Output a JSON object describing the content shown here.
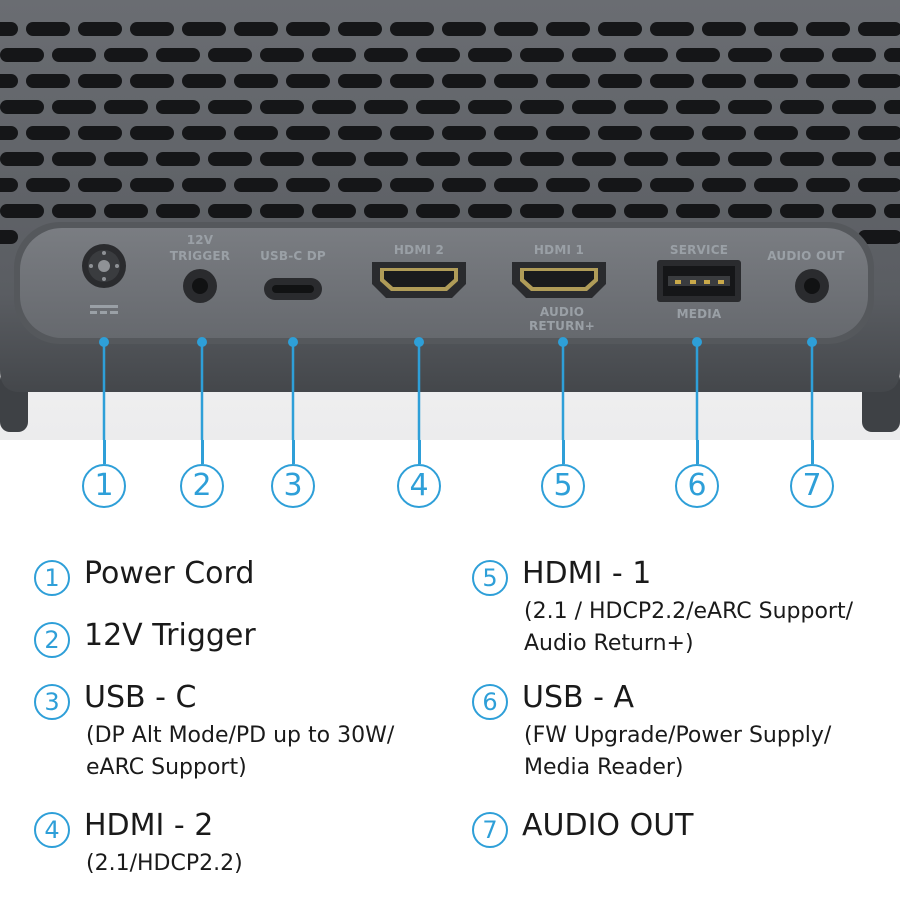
{
  "ports": [
    {
      "label": ""
    },
    {
      "label_line1": "12V",
      "label_line2": "TRIGGER"
    },
    {
      "label": "USB-C DP"
    },
    {
      "label": "HDMI 2"
    },
    {
      "label": "HDMI 1",
      "label_below_line1": "AUDIO",
      "label_below_line2": "RETURN+"
    },
    {
      "label": "SERVICE",
      "label_below": "MEDIA"
    },
    {
      "label": "AUDIO OUT"
    }
  ],
  "callouts": [
    "1",
    "2",
    "3",
    "4",
    "5",
    "6",
    "7"
  ],
  "legend": [
    {
      "num": "1",
      "title": "Power Cord",
      "sub": []
    },
    {
      "num": "2",
      "title": "12V Trigger",
      "sub": []
    },
    {
      "num": "3",
      "title": "USB - C",
      "sub": [
        "(DP Alt Mode/PD up to 30W/",
        "eARC Support)"
      ]
    },
    {
      "num": "4",
      "title": "HDMI - 2",
      "sub": [
        "(2.1/HDCP2.2)"
      ]
    },
    {
      "num": "5",
      "title": "HDMI - 1",
      "sub": [
        "(2.1 / HDCP2.2/eARC Support/",
        "Audio Return+)"
      ]
    },
    {
      "num": "6",
      "title": "USB - A",
      "sub": [
        "(FW Upgrade/Power Supply/",
        "Media Reader)"
      ]
    },
    {
      "num": "7",
      "title": "AUDIO OUT",
      "sub": []
    }
  ],
  "colors": {
    "accent": "#2e9fd8",
    "body_gray": "#5b5e63",
    "panel_gray": "#6e7176",
    "text": "#1a1a1a"
  }
}
